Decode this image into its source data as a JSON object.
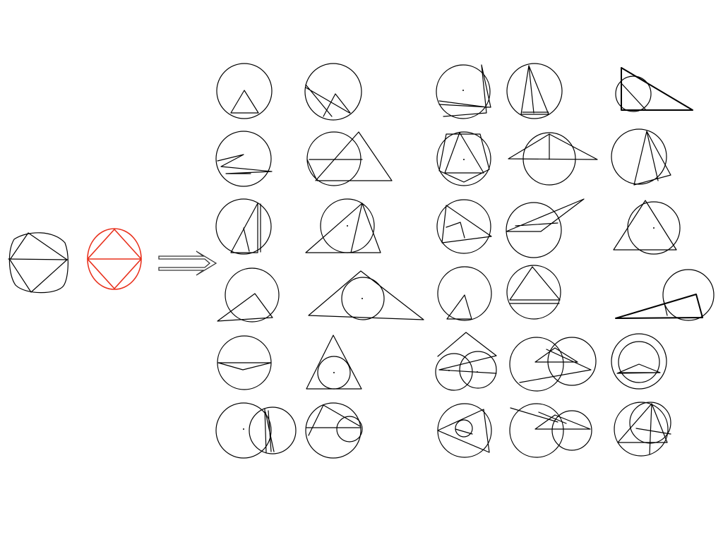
{
  "diagram": {
    "background": "#ffffff",
    "ink_color": "#000000",
    "beautified_color": "#e8301c",
    "panels": [
      {
        "name": "hand-drawn-sketch",
        "color": "#000000"
      },
      {
        "name": "beautified-sketch",
        "color": "#e8301c"
      }
    ],
    "arrow": {
      "direction": "right"
    },
    "gallery": {
      "rows": 6,
      "column_groups": 2,
      "figure_type": "circle-triangle-constructions"
    }
  }
}
